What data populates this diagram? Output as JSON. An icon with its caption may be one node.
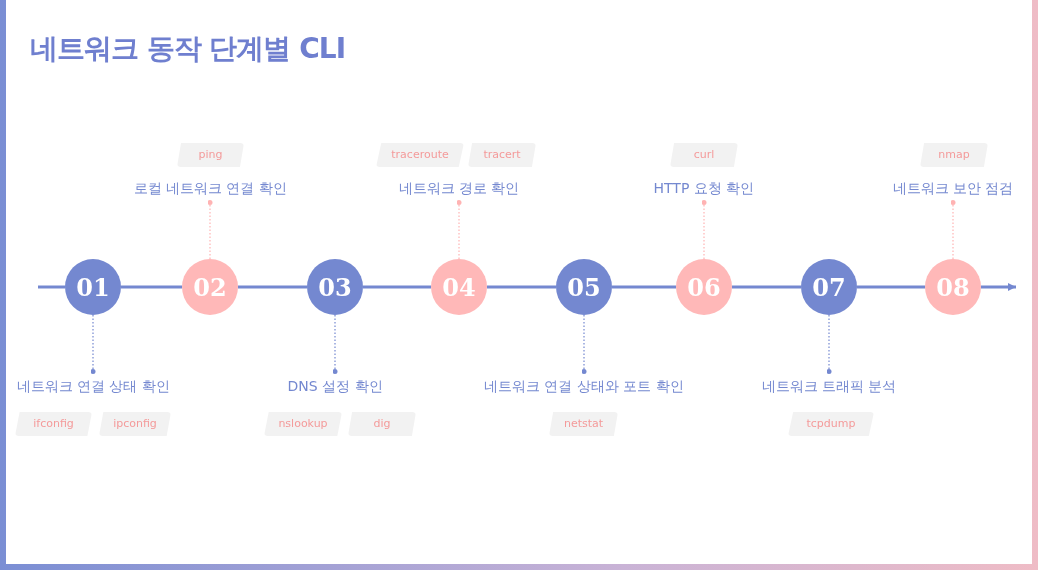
{
  "diagram": {
    "title": "네트워크 동작 단계별 CLI",
    "nodes": [
      {
        "text": [
          "01"
        ]
      },
      {
        "text": [
          "네트워크 연결 상태 확인"
        ]
      },
      {
        "text": [
          "ifconfig"
        ]
      },
      {
        "text": [
          "ipconfig"
        ]
      },
      {
        "text": [
          "02"
        ]
      },
      {
        "text": [
          "로컬 네트워크 연결 확인"
        ]
      },
      {
        "text": [
          "ping"
        ]
      },
      {
        "text": [
          "03"
        ]
      },
      {
        "text": [
          "DNS 설정 확인"
        ]
      },
      {
        "text": [
          "nslookup"
        ]
      },
      {
        "text": [
          "dig"
        ]
      },
      {
        "text": [
          "04"
        ]
      },
      {
        "text": [
          "네트워크 경로 확인"
        ]
      },
      {
        "text": [
          "traceroute"
        ]
      },
      {
        "text": [
          "tracert"
        ]
      },
      {
        "text": [
          "05"
        ]
      },
      {
        "text": [
          "네트워크 연결 상태와 포트 확인"
        ]
      },
      {
        "text": [
          "netstat"
        ]
      },
      {
        "text": [
          "06"
        ]
      },
      {
        "text": [
          "HTTP 요청 확인"
        ]
      },
      {
        "text": [
          "curl"
        ]
      },
      {
        "text": [
          "07"
        ]
      },
      {
        "text": [
          "네트워크 트래픽 분석"
        ]
      },
      {
        "text": [
          "tcpdump"
        ]
      },
      {
        "text": [
          "08"
        ]
      },
      {
        "text": [
          "네트워크 보안 점검"
        ]
      },
      {
        "text": [
          "nmap"
        ]
      }
    ],
    "edges": [
      {
        "from": null,
        "to": 0,
        "arrow": "none"
      },
      {
        "from": 0,
        "to": 4,
        "arrow": "none"
      },
      {
        "from": 4,
        "to": 7,
        "arrow": "none"
      },
      {
        "from": 7,
        "to": 11,
        "arrow": "none"
      },
      {
        "from": 11,
        "to": 15,
        "arrow": "none"
      },
      {
        "from": 15,
        "to": 18,
        "arrow": "none"
      },
      {
        "from": 18,
        "to": 21,
        "arrow": "none"
      },
      {
        "from": 21,
        "to": 24,
        "arrow": "none"
      },
      {
        "from": 24,
        "to": null,
        "arrow": "to"
      },
      {
        "from": 0,
        "to": 1,
        "arrow": "other",
        "style": "dashed"
      },
      {
        "from": 4,
        "to": 5,
        "arrow": "other",
        "style": "dashed",
        "color": "#ffb3b3"
      },
      {
        "from": 7,
        "to": 8,
        "arrow": "other",
        "style": "dashed"
      },
      {
        "from": 11,
        "to": 12,
        "arrow": "other",
        "style": "dashed",
        "color": "#ffb3b3"
      },
      {
        "from": 15,
        "to": 16,
        "arrow": "other",
        "style": "dashed"
      },
      {
        "from": 18,
        "to": 19,
        "arrow": "other",
        "style": "dashed",
        "color": "#ffb3b3"
      },
      {
        "from": 21,
        "to": 22,
        "arrow": "other",
        "style": "dashed"
      },
      {
        "from": 24,
        "to": 25,
        "arrow": "other",
        "style": "dashed",
        "color": "#ffb3b3"
      }
    ]
  }
}
